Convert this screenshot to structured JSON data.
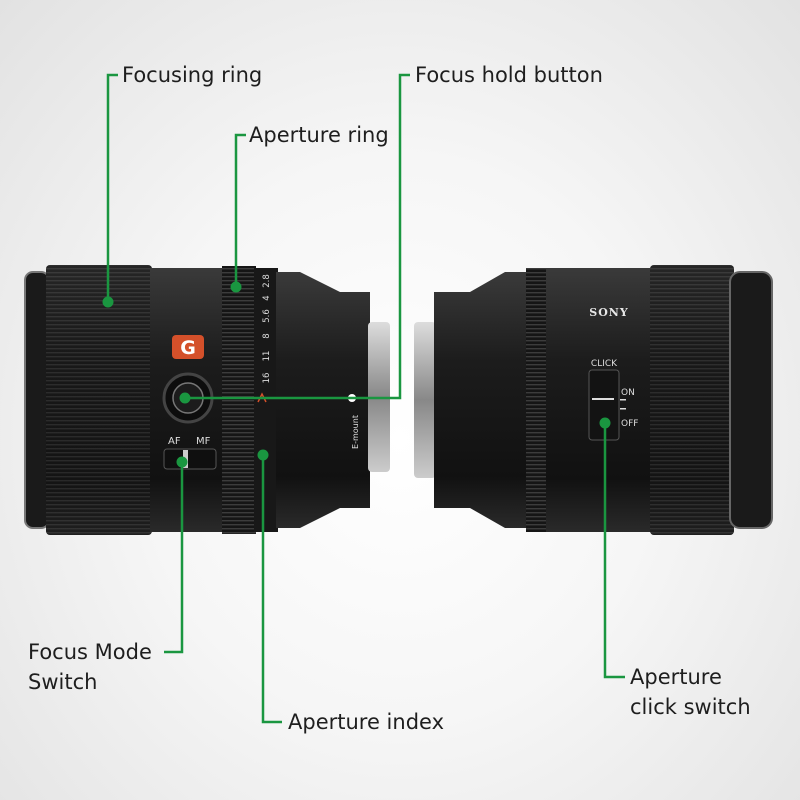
{
  "accent_color": "#1a9640",
  "callouts": {
    "focusing_ring": "Focusing ring",
    "focus_hold_button": "Focus hold button",
    "aperture_ring": "Aperture ring",
    "focus_mode_switch_line1": "Focus Mode",
    "focus_mode_switch_line2": "Switch",
    "aperture_index": "Aperture index",
    "aperture_click_switch_line1": "Aperture",
    "aperture_click_switch_line2": "click switch"
  },
  "lens_markings": {
    "g_badge": "G",
    "af": "AF",
    "mf": "MF",
    "aperture_scale": [
      "2.8",
      "4",
      "5.6",
      "8",
      "11",
      "16"
    ],
    "mount": "E-mount",
    "brand": "SONY",
    "click": "CLICK",
    "on": "ON",
    "off": "OFF"
  }
}
